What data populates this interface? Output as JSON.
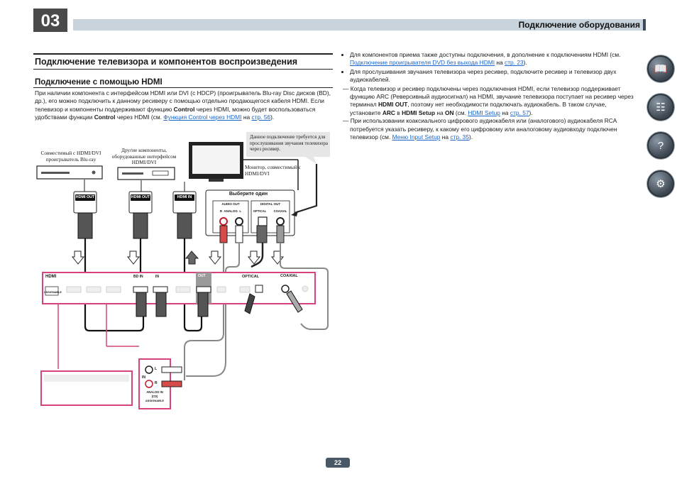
{
  "chapter": "03",
  "header_title": "Подключение оборудования",
  "section_title": "Подключение телевизора и компонентов воспроизведения",
  "subsection_title": "Подключение с помощью HDMI",
  "intro": {
    "p1": "При наличии компонента с интерфейсом HDMI или DVI (с HDCP) (проигрыватель Blu-ray Disc дисков (BD), др.), его можно подключить к данному ресиверу с помощью отдельно продающегося кабеля HDMI. Если телевизор и компоненты поддерживают функцию ",
    "b1": "Control",
    "p2": " через HDMI, можно будет воспользоваться удобствами функции ",
    "b2": "Control",
    "p3": " через HDMI (см. ",
    "link1": "Функция Control через HDMI",
    "p4": " на ",
    "link2": "стр. 56",
    "p5": ")."
  },
  "right_column": {
    "bullet1_a": "Для компонентов приема также доступны подключения, в дополнение к подключениям HDMI (см. ",
    "bullet1_link1": "Подключение проигрывателя DVD без выхода HDMI",
    "bullet1_b": " на ",
    "bullet1_link2": "стр. 23",
    "bullet1_c": ").",
    "bullet2": "Для прослушивания звучания телевизора через ресивер, подключите ресивер и телевизор двух аудиокабелей.",
    "dash1_a": "— Когда телевизор и ресивер подключены через подключения HDMI, если телевизор поддерживает функцию ARC (Реверсивный аудиосигнал) на HDMI, звучание телевизора поступает на ресивер через терминал ",
    "dash1_b1": "HDMI OUT",
    "dash1_c": ", поэтому нет необходимости подключать аудиокабель. В таком случае, установите ",
    "dash1_b2": "ARC",
    "dash1_d": " в ",
    "dash1_b3": "HDMI Setup",
    "dash1_e": " на ",
    "dash1_b4": "ON",
    "dash1_f": " (см. ",
    "dash1_link1": "HDMI Setup",
    "dash1_g": " на ",
    "dash1_link2": "стр. 57",
    "dash1_h": ").",
    "dash2_a": "— При использовании коаксиального цифрового аудиокабеля или (аналогового) аудиокабеля RCA потребуется указать ресиверу, к какому его цифровому или аналоговому аудиовходу подключен телевизор (см. ",
    "dash2_link1": "Меню Input Setup",
    "dash2_b": " на ",
    "dash2_link2": "стр. 35",
    "dash2_c": ")."
  },
  "side_icons": [
    "book-icon",
    "remote-icon",
    "help-icon",
    "settings-icon"
  ],
  "diagram": {
    "bluray_label": "Совместимый с HDMI/DVI проигрыватель Blu-ray",
    "other_label": "Другие компоненты, оборудованные интерфейсом HDMI/DVI",
    "monitor_label": "Монитор, совместимый с HDMI/DVI",
    "note": "Данное подключение требуется для прослушивания звучания телевизора через ресивер.",
    "hdmi_out_1": "HDMI OUT",
    "hdmi_out_2": "HDMI OUT",
    "hdmi_in": "HDMI IN",
    "choose_one": "Выберите один",
    "audio_out": "AUDIO OUT",
    "analog_rl": "R  ANALOG  L",
    "digital_out": "DIGITAL OUT",
    "optical_lbl": "OPTICAL",
    "coaxial_lbl": "COAXIAL",
    "rx_hdmi": "HDMI",
    "rx_bd_in": "BD IN",
    "rx_in": "IN",
    "rx_out": "OUT",
    "rx_optical": "OPTICAL",
    "rx_coaxial": "COAXIAL",
    "rx_assignable": "ASSIGNABLE",
    "analog_in_lbl": "ANALOG IN",
    "analog_cd": "(CD)",
    "analog_assign": "ASSIGNABLE",
    "l_lbl": "L",
    "r_lbl": "R",
    "in_lbl": "IN"
  },
  "colors": {
    "accent": "#c9d3dc",
    "frame": "#d6437f",
    "link": "#1a66cc"
  },
  "page_number": "22"
}
